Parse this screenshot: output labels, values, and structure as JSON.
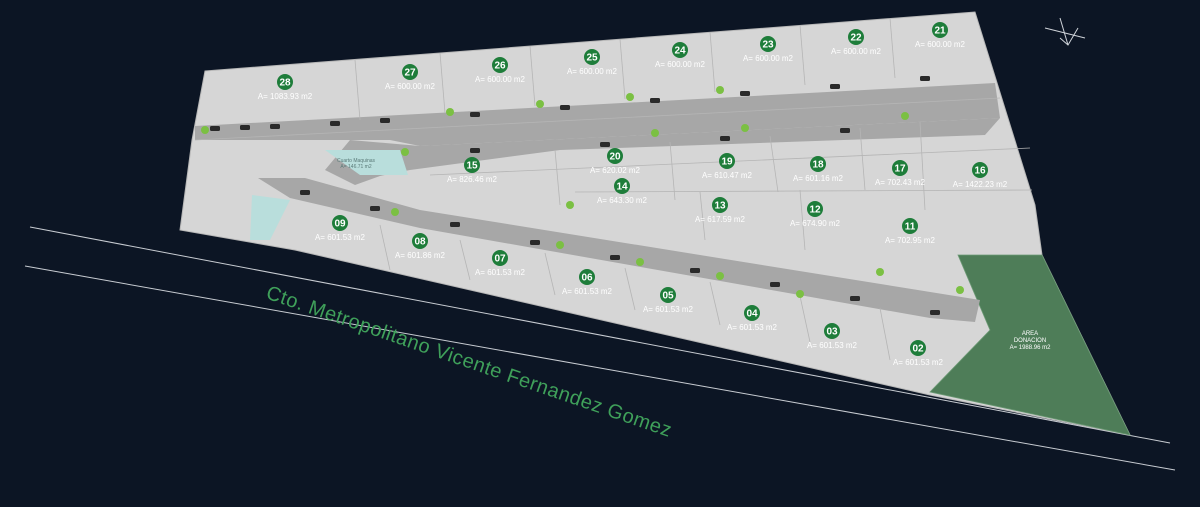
{
  "street_name": "Cto. Metropolitano Vicente Fernandez Gomez",
  "colors": {
    "background": "#0c1524",
    "lot_fill": "#d6d6d6",
    "lot_line": "#b5b5b5",
    "road": "#a7a7a7",
    "lot_badge": "#1e7d3a",
    "donation_area": "#4e7d58",
    "street_label": "#3fa05a",
    "park": "#b9dedc"
  },
  "donation_area": {
    "title": "AREA",
    "subtitle": "DONACION",
    "area": "A= 1988.96 m2"
  },
  "common_area": {
    "title": "Cuarto Maquinas",
    "area": "A= 146.71 m2"
  },
  "lots": [
    {
      "number": "28",
      "area": "A= 1083.93 m2"
    },
    {
      "number": "27",
      "area": "A= 600.00 m2"
    },
    {
      "number": "26",
      "area": "A= 600.00 m2"
    },
    {
      "number": "25",
      "area": "A= 600.00 m2"
    },
    {
      "number": "24",
      "area": "A= 600.00 m2"
    },
    {
      "number": "23",
      "area": "A= 600.00 m2"
    },
    {
      "number": "22",
      "area": "A= 600.00 m2"
    },
    {
      "number": "21",
      "area": "A= 600.00 m2"
    },
    {
      "number": "15",
      "area": "A= 826.46 m2"
    },
    {
      "number": "20",
      "area": "A= 620.02 m2"
    },
    {
      "number": "19",
      "area": "A= 610.47 m2"
    },
    {
      "number": "18",
      "area": "A= 601.16 m2"
    },
    {
      "number": "17",
      "area": "A= 702.43 m2"
    },
    {
      "number": "16",
      "area": "A= 1422.23 m2"
    },
    {
      "number": "14",
      "area": "A= 643.30 m2"
    },
    {
      "number": "13",
      "area": "A= 617.59 m2"
    },
    {
      "number": "12",
      "area": "A= 674.90 m2"
    },
    {
      "number": "11",
      "area": "A= 702.95 m2"
    },
    {
      "number": "09",
      "area": "A= 601.53 m2"
    },
    {
      "number": "08",
      "area": "A= 601.86 m2"
    },
    {
      "number": "07",
      "area": "A= 601.53 m2"
    },
    {
      "number": "06",
      "area": "A= 601.53 m2"
    },
    {
      "number": "05",
      "area": "A= 601.53 m2"
    },
    {
      "number": "04",
      "area": "A= 601.53 m2"
    },
    {
      "number": "03",
      "area": "A= 601.53 m2"
    },
    {
      "number": "02",
      "area": "A= 601.53 m2"
    }
  ]
}
